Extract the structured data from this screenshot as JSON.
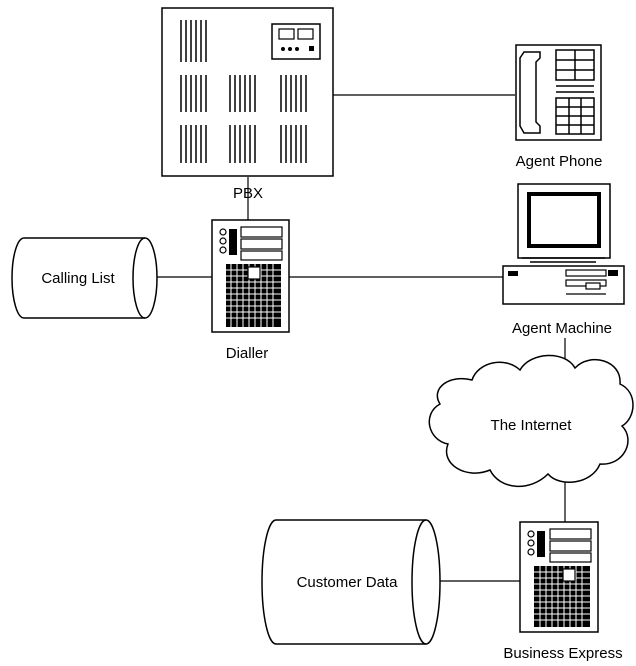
{
  "nodes": {
    "pbx": "PBX",
    "agent_phone": "Agent Phone",
    "calling_list": "Calling List",
    "dialler": "Dialler",
    "agent_machine": "Agent Machine",
    "internet": "The Internet",
    "customer_data": "Customer Data",
    "business_express": "Business Express"
  }
}
